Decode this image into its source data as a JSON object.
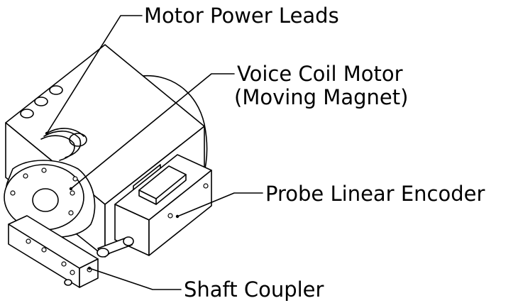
{
  "labels": {
    "motor_power_leads": "Motor Power Leads",
    "voice_coil_line1": "Voice Coil Motor",
    "voice_coil_line2": "(Moving Magnet)",
    "probe_linear_encoder": "Probe Linear Encoder",
    "shaft_coupler": "Shaft Coupler"
  }
}
